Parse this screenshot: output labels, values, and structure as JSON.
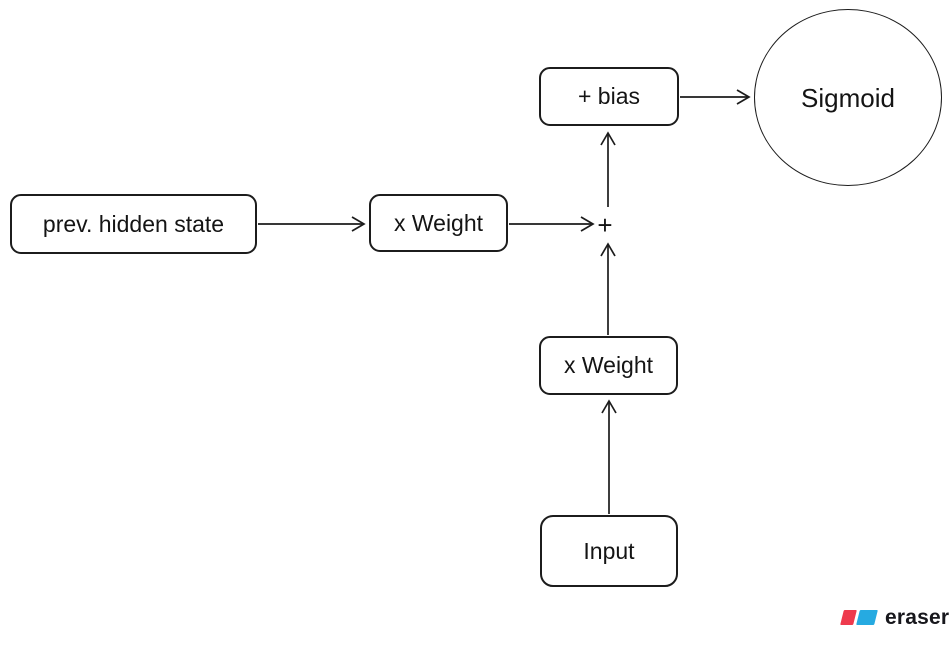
{
  "diagram": {
    "type": "flowchart",
    "nodes": [
      {
        "id": "prev_hidden_state",
        "label": "prev. hidden state",
        "shape": "rounded-rect"
      },
      {
        "id": "weight_hidden",
        "label": "x Weight",
        "shape": "rounded-rect"
      },
      {
        "id": "sum_junction",
        "label": "+",
        "shape": "junction"
      },
      {
        "id": "bias",
        "label": "+ bias",
        "shape": "rounded-rect"
      },
      {
        "id": "sigmoid",
        "label": "Sigmoid",
        "shape": "circle"
      },
      {
        "id": "weight_input",
        "label": "x Weight",
        "shape": "rounded-rect"
      },
      {
        "id": "input",
        "label": "Input",
        "shape": "rounded-rect"
      }
    ],
    "edges": [
      {
        "from": "prev_hidden_state",
        "to": "weight_hidden"
      },
      {
        "from": "weight_hidden",
        "to": "sum_junction"
      },
      {
        "from": "weight_input",
        "to": "sum_junction"
      },
      {
        "from": "input",
        "to": "weight_input"
      },
      {
        "from": "sum_junction",
        "to": "bias"
      },
      {
        "from": "bias",
        "to": "sigmoid"
      }
    ],
    "colors": {
      "stroke": "#1c1c1c",
      "node_fill": "#ffffff",
      "background": "#ffffff"
    }
  },
  "branding": {
    "logo_text": "eraser",
    "logo_red": "#ee3a4d",
    "logo_blue": "#26aae1"
  }
}
